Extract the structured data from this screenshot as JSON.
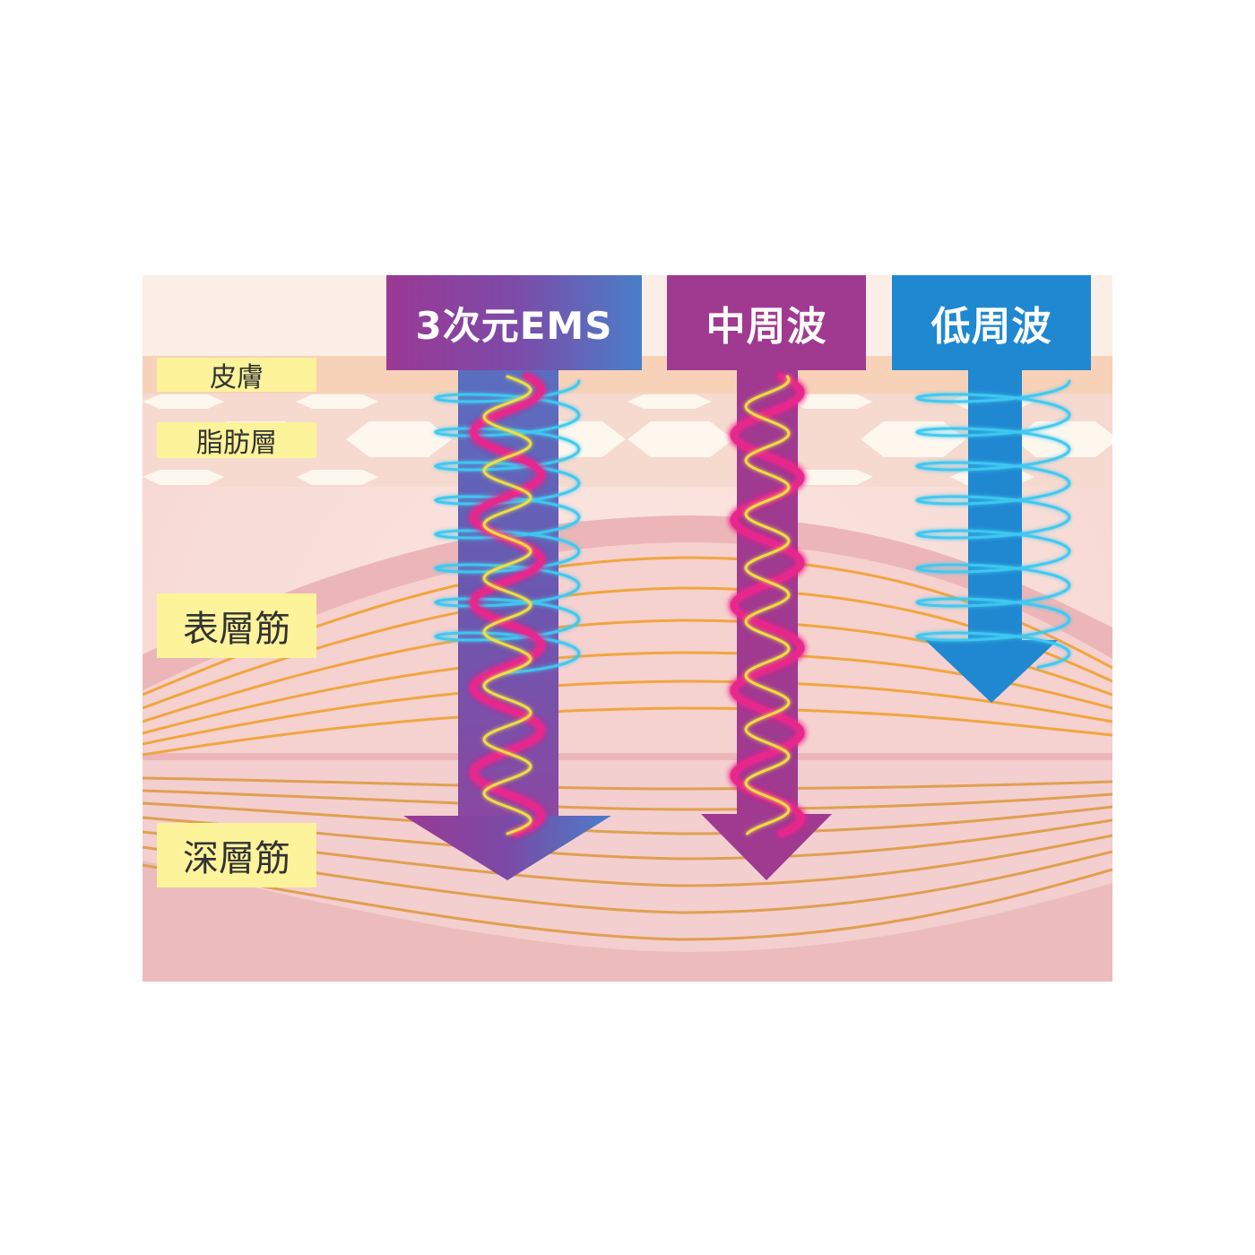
{
  "layers": {
    "skin": "皮膚",
    "fat": "脂肪層",
    "superficial_muscle": "表層筋",
    "deep_muscle": "深層筋"
  },
  "waves": {
    "ems": "3次元EMS",
    "medium": "中周波",
    "low": "低周波"
  },
  "colors": {
    "ems_start": "#9a3a94",
    "ems_end": "#4a7ec8",
    "medium": "#a03a91",
    "low": "#2088d0",
    "label_bg": "#fdf39a",
    "muscle_line": "#f0a640",
    "wave_cyan": "#3ec8f0",
    "wave_magenta": "#e8288c",
    "wave_yellow": "#f0e040"
  },
  "icons": {
    "arrow": "arrow-down-icon"
  }
}
